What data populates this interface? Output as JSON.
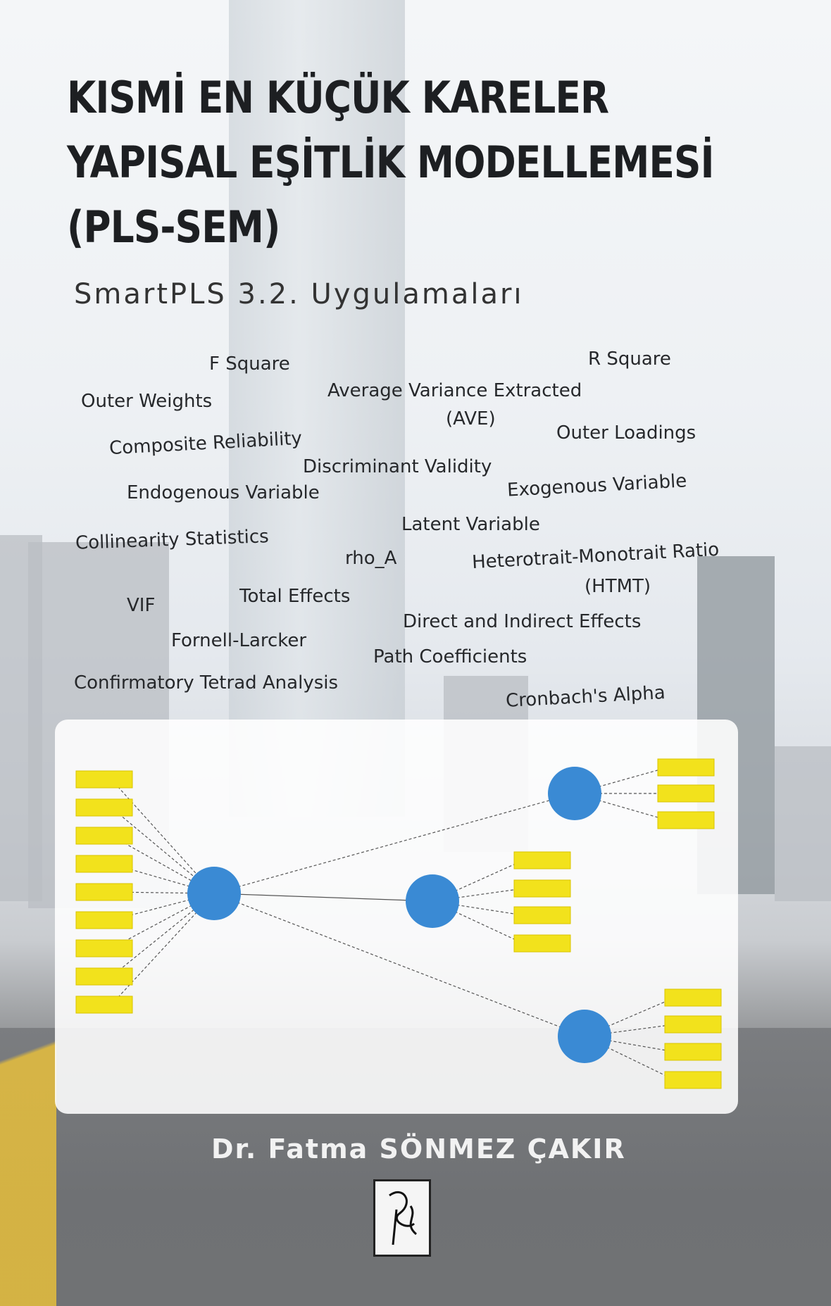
{
  "cover": {
    "title_lines": [
      "KISMİ EN KÜÇÜK KARELER",
      "YAPISAL EŞİTLİK MODELLEMESİ",
      "(PLS-SEM)"
    ],
    "subtitle": "SmartPLS 3.2. Uygulamaları",
    "terms": [
      "F Square",
      "R Square",
      "Outer Weights",
      "Average Variance Extracted",
      "(AVE)",
      "Outer Loadings",
      "Composite Reliability",
      "Discriminant Validity",
      "Endogenous Variable",
      "Exogenous Variable",
      "Latent Variable",
      "Collinearity Statistics",
      "rho_A",
      "Heterotrait-Monotrait Ratio",
      "(HTMT)",
      "VIF",
      "Total Effects",
      "Direct and Indirect Effects",
      "Fornell-Larcker",
      "Path Coefficients",
      "Confirmatory Tetrad Analysis",
      "Cronbach's Alpha"
    ],
    "author": "Dr. Fatma SÖNMEZ ÇAKIR",
    "colors": {
      "latent": "#3a8ad4",
      "indicator": "#f2e21c",
      "title": "#1d1f22",
      "author": "#f2f2f2"
    },
    "diagram_icon": "pls-path-model-diagram",
    "publisher_logo": "signature-logo"
  }
}
